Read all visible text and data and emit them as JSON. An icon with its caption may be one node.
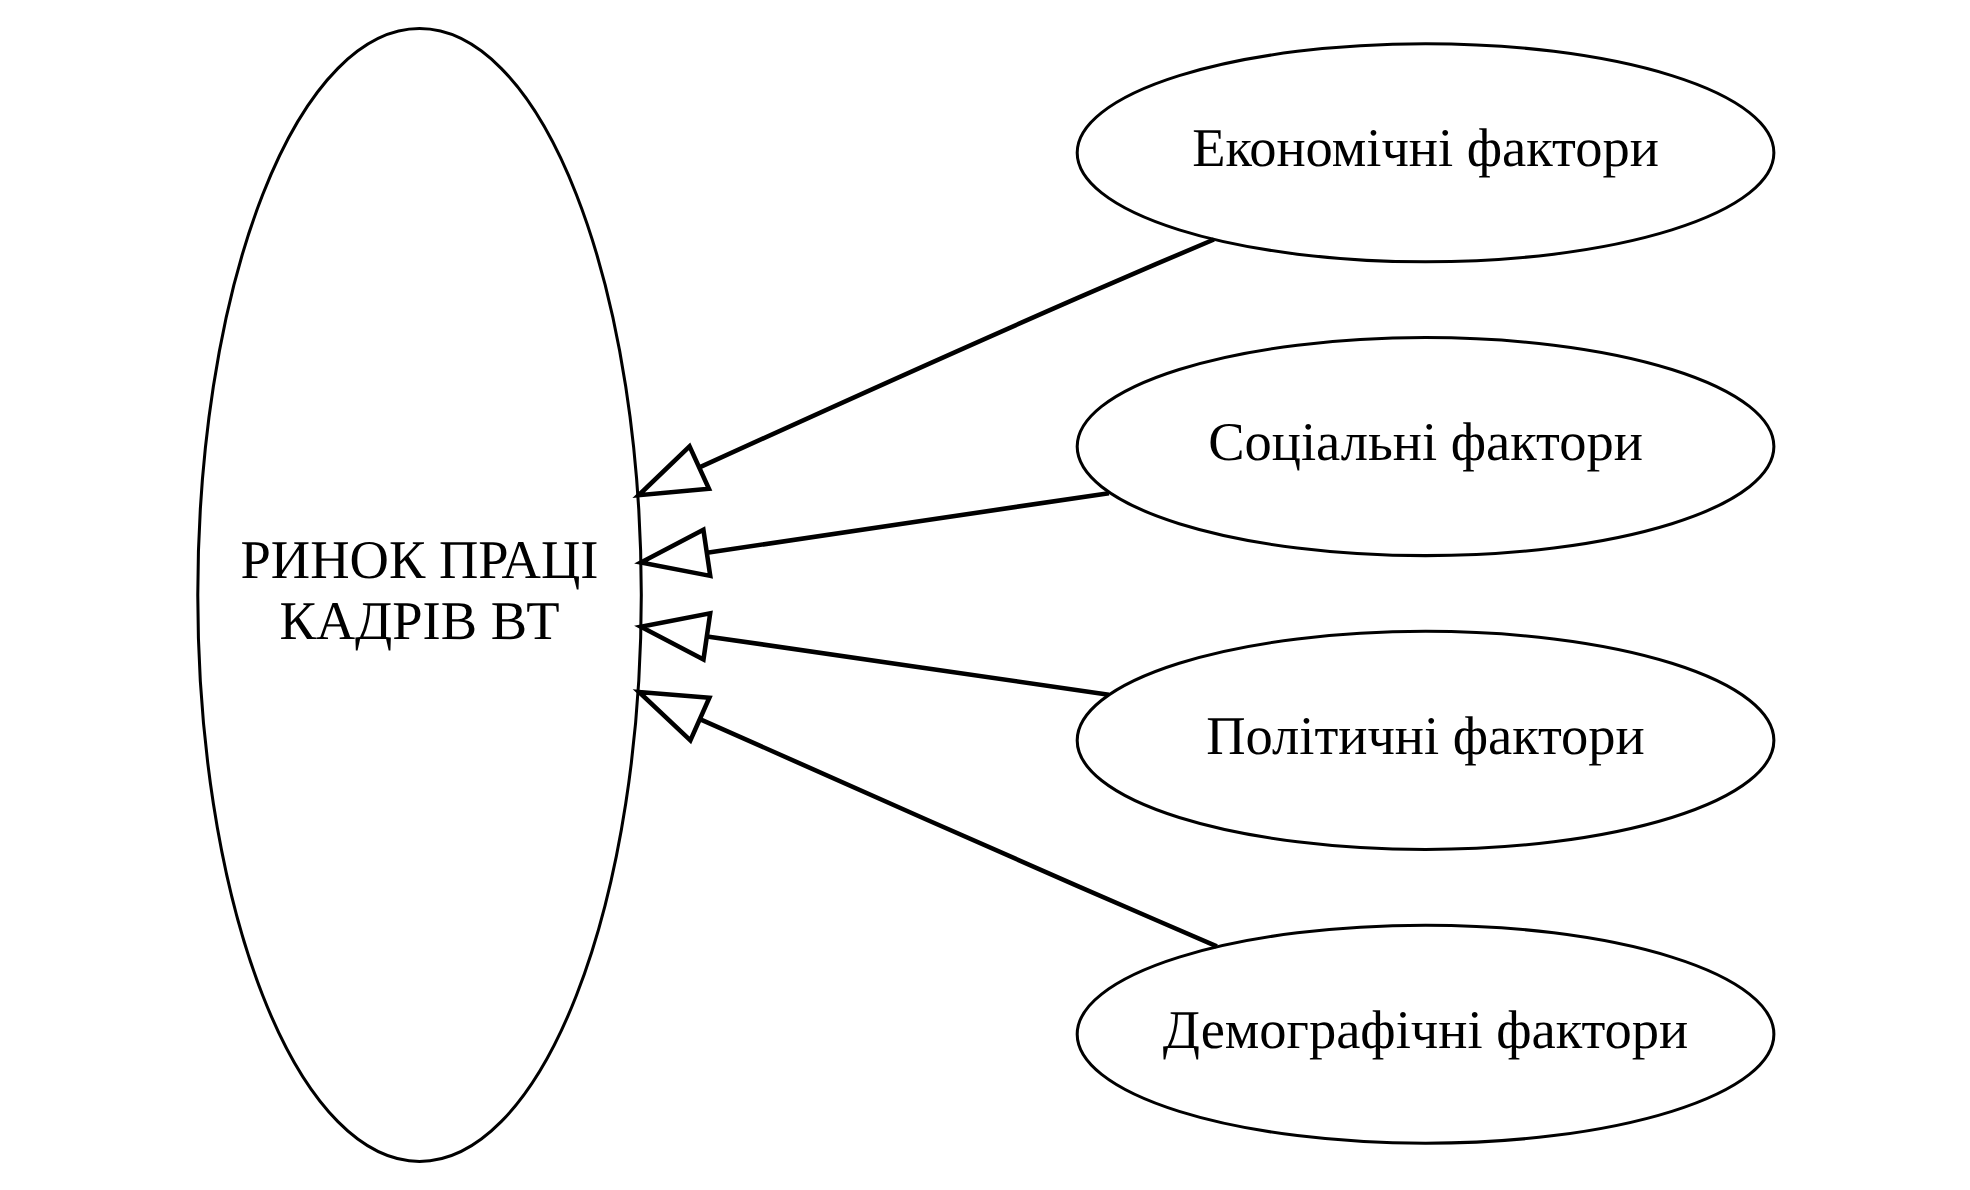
{
  "diagram": {
    "nodes": [
      {
        "text": [
          "РИНОК ПРАЦІ КАДРІВ ВТ"
        ]
      },
      {
        "text": [
          "Економічні фактори"
        ]
      },
      {
        "text": [
          "Соціальні фактори"
        ]
      },
      {
        "text": [
          "Політичні фактори"
        ]
      },
      {
        "text": [
          "Демографічні фактори"
        ]
      }
    ],
    "edges": [
      {
        "from": 1,
        "to": 0,
        "arrow": "to"
      },
      {
        "from": 2,
        "to": 0,
        "arrow": "to"
      },
      {
        "from": 3,
        "to": 0,
        "arrow": "to"
      },
      {
        "from": 4,
        "to": 0,
        "arrow": "to"
      }
    ]
  }
}
